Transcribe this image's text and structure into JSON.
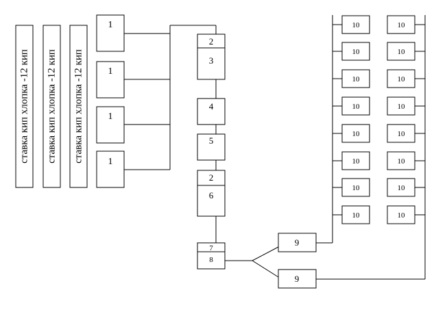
{
  "bale_stacks": [
    {
      "label": "ставка кип хлопка -12 кип"
    },
    {
      "label": "ставка кип хлопка -12 кип"
    },
    {
      "label": "ставка кип хлопка -12 кип"
    }
  ],
  "feeders": [
    {
      "label": "1"
    },
    {
      "label": "1"
    },
    {
      "label": "1"
    },
    {
      "label": "1"
    }
  ],
  "chain": [
    {
      "top": "2",
      "bottom": "3"
    },
    {
      "label": "4"
    },
    {
      "label": "5"
    },
    {
      "top": "2",
      "bottom": "6"
    },
    {
      "top": "7",
      "bottom": "8"
    }
  ],
  "distributors": [
    {
      "label": "9"
    },
    {
      "label": "9"
    }
  ],
  "cards": {
    "left_column": [
      "10",
      "10",
      "10",
      "10",
      "10",
      "10",
      "10",
      "10"
    ],
    "right_column": [
      "10",
      "10",
      "10",
      "10",
      "10",
      "10",
      "10",
      "10"
    ]
  }
}
